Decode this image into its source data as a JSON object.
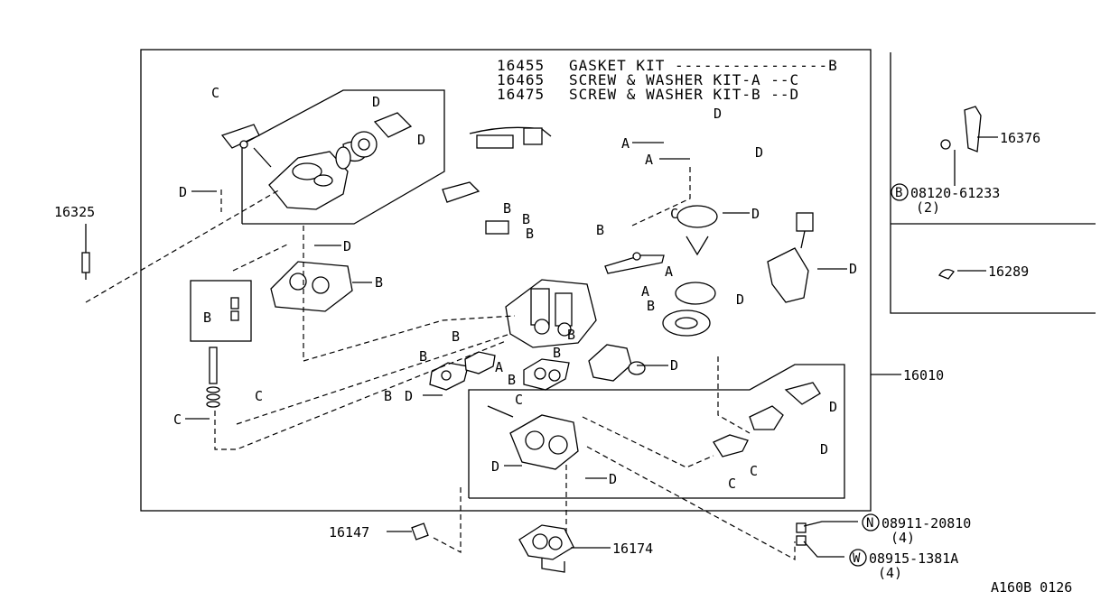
{
  "legend": [
    {
      "code": "16455",
      "text": "GASKET KIT ----------------B"
    },
    {
      "code": "16465",
      "text": "SCREW & WASHER KIT-A   --C"
    },
    {
      "code": "16475",
      "text": "SCREW & WASHER KIT-B   --D"
    }
  ],
  "parts": {
    "p16325": "16325",
    "p16010": "16010",
    "p16147": "16147",
    "p16174": "16174",
    "p16376": "16376",
    "p16289": "16289",
    "bolt_prefix": "B",
    "bolt_code": "08120-61233",
    "bolt_qty": "(2)",
    "nut_prefix": "N",
    "nut_code": "08911-20810",
    "nut_qty": "(4)",
    "washer_prefix": "W",
    "washer_code": "08915-1381A",
    "washer_qty": "(4)"
  },
  "kit_letters": {
    "A": "A",
    "B": "B",
    "C": "C",
    "D": "D"
  },
  "diagram_id": "A160B 0126"
}
